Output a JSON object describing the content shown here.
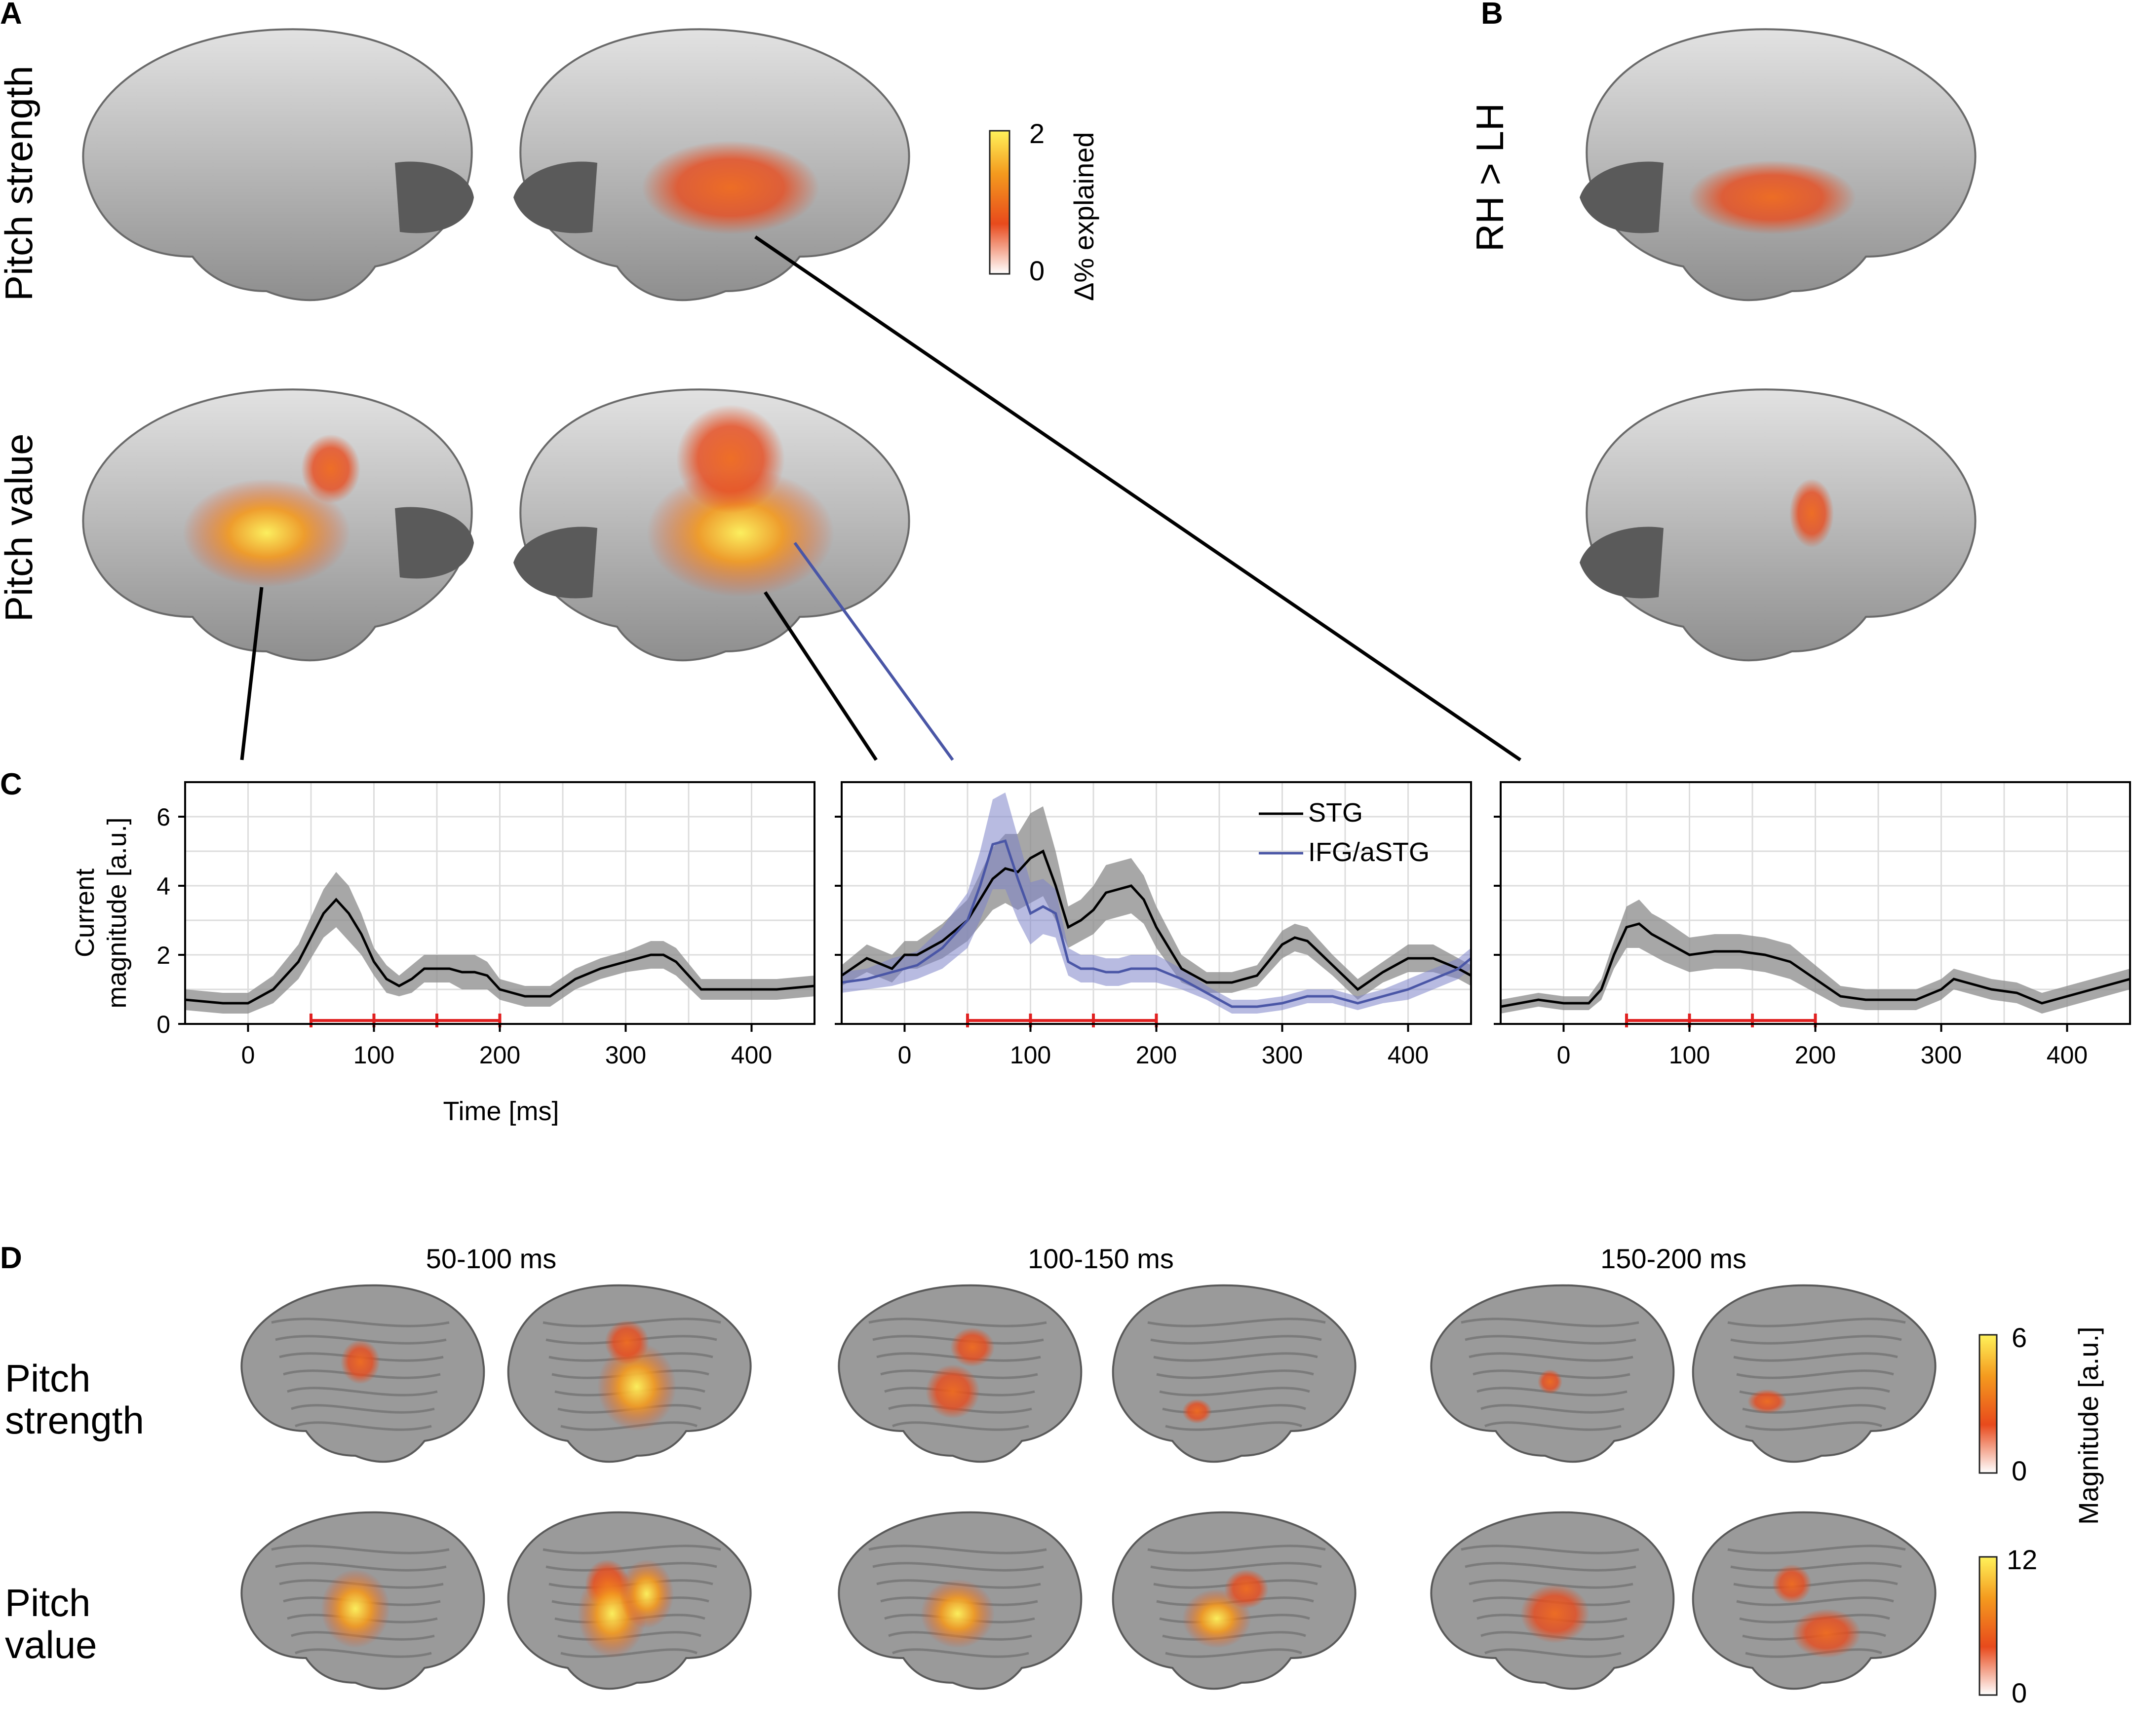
{
  "figure": {
    "panel_labels": [
      "A",
      "B",
      "C",
      "D"
    ],
    "panelA": {
      "row_labels": [
        "Pitch strength",
        "Pitch value"
      ],
      "colorbar": {
        "label": "Δ% explained",
        "max": "2",
        "min": "0"
      }
    },
    "panelB": {
      "row_label": "RH > LH"
    },
    "panelD": {
      "time_windows": [
        "50-100 ms",
        "100-150 ms",
        "150-200 ms"
      ],
      "row_labels": [
        "Pitch strength",
        "Pitch value"
      ],
      "colorbar_label": "Magnitude [a.u.]",
      "colorbar_strength": {
        "max": "6",
        "min": "0"
      },
      "colorbar_value": {
        "max": "12",
        "min": "0"
      }
    },
    "colors": {
      "brain_dark": "#5a5a5a",
      "brain_light": "#d8d8d8",
      "activation_low": "#e84a1c",
      "activation_high": "#fff25a",
      "stg_line": "#000000",
      "ifg_line": "#4a56a6",
      "interval_marker": "#e02020"
    }
  },
  "chart_data": [
    {
      "type": "line",
      "panel": "C-left",
      "ylabel": "Current magnitude [a.u.]",
      "xlabel": "Time [ms]",
      "xlim": [
        -50,
        450
      ],
      "ylim": [
        0,
        7
      ],
      "xticks": [
        0,
        100,
        200,
        300,
        400
      ],
      "yticks": [
        0,
        2,
        4,
        6
      ],
      "grid": true,
      "intervals": [
        [
          50,
          100
        ],
        [
          100,
          150
        ],
        [
          150,
          200
        ]
      ],
      "series": [
        {
          "color": "#000000",
          "x": [
            -50,
            -20,
            0,
            20,
            40,
            60,
            70,
            80,
            90,
            100,
            110,
            120,
            130,
            140,
            150,
            160,
            170,
            180,
            190,
            200,
            220,
            240,
            260,
            280,
            300,
            320,
            330,
            340,
            360,
            380,
            400,
            420,
            450
          ],
          "y": [
            0.7,
            0.6,
            0.6,
            1.0,
            1.8,
            3.2,
            3.6,
            3.2,
            2.6,
            1.8,
            1.3,
            1.1,
            1.3,
            1.6,
            1.6,
            1.6,
            1.5,
            1.5,
            1.4,
            1.0,
            0.8,
            0.8,
            1.3,
            1.6,
            1.8,
            2.0,
            2.0,
            1.8,
            1.0,
            1.0,
            1.0,
            1.0,
            1.1
          ],
          "band": [
            0.3,
            0.3,
            0.3,
            0.4,
            0.5,
            0.7,
            0.8,
            0.8,
            0.6,
            0.4,
            0.4,
            0.3,
            0.4,
            0.4,
            0.4,
            0.4,
            0.5,
            0.5,
            0.4,
            0.3,
            0.3,
            0.3,
            0.3,
            0.3,
            0.3,
            0.4,
            0.4,
            0.4,
            0.3,
            0.3,
            0.3,
            0.3,
            0.3
          ]
        }
      ]
    },
    {
      "type": "line",
      "panel": "C-middle",
      "xlim": [
        -50,
        450
      ],
      "ylim": [
        0,
        7
      ],
      "xticks": [
        0,
        100,
        200,
        300,
        400
      ],
      "yticks": [
        0,
        2,
        4,
        6
      ],
      "grid": true,
      "intervals": [
        [
          50,
          100
        ],
        [
          100,
          150
        ],
        [
          150,
          200
        ]
      ],
      "legend": "top-right",
      "series": [
        {
          "name": "STG",
          "color": "#000000",
          "x": [
            -50,
            -30,
            -10,
            0,
            10,
            30,
            50,
            70,
            80,
            90,
            100,
            110,
            120,
            130,
            140,
            150,
            160,
            170,
            180,
            190,
            200,
            220,
            240,
            260,
            280,
            300,
            310,
            320,
            340,
            360,
            380,
            400,
            420,
            440,
            450
          ],
          "y": [
            1.4,
            1.9,
            1.6,
            2.0,
            2.0,
            2.4,
            3.0,
            4.2,
            4.5,
            4.4,
            4.8,
            5.0,
            4.0,
            2.8,
            3.0,
            3.3,
            3.8,
            3.9,
            4.0,
            3.6,
            2.8,
            1.6,
            1.2,
            1.2,
            1.4,
            2.3,
            2.5,
            2.4,
            1.7,
            1.0,
            1.5,
            1.9,
            1.9,
            1.6,
            1.4
          ],
          "band": [
            0.3,
            0.4,
            0.4,
            0.4,
            0.4,
            0.5,
            0.6,
            0.9,
            1.0,
            1.1,
            1.3,
            1.3,
            1.0,
            0.6,
            0.6,
            0.7,
            0.8,
            0.8,
            0.8,
            0.7,
            0.6,
            0.4,
            0.3,
            0.3,
            0.3,
            0.4,
            0.4,
            0.4,
            0.3,
            0.3,
            0.3,
            0.4,
            0.4,
            0.3,
            0.3
          ]
        },
        {
          "name": "IFG/aSTG",
          "color": "#4a56a6",
          "x": [
            -50,
            -30,
            -10,
            0,
            10,
            30,
            50,
            60,
            70,
            80,
            90,
            100,
            110,
            120,
            130,
            140,
            150,
            160,
            170,
            180,
            190,
            200,
            220,
            240,
            260,
            280,
            300,
            320,
            340,
            360,
            380,
            400,
            420,
            440,
            450
          ],
          "y": [
            1.2,
            1.3,
            1.5,
            1.6,
            1.7,
            2.2,
            3.0,
            4.0,
            5.2,
            5.3,
            4.2,
            3.2,
            3.4,
            3.2,
            1.8,
            1.6,
            1.6,
            1.5,
            1.5,
            1.6,
            1.6,
            1.6,
            1.3,
            0.9,
            0.5,
            0.5,
            0.6,
            0.8,
            0.8,
            0.6,
            0.8,
            1.0,
            1.3,
            1.6,
            1.9
          ],
          "band": [
            0.3,
            0.3,
            0.4,
            0.4,
            0.4,
            0.6,
            0.8,
            1.0,
            1.3,
            1.4,
            1.2,
            0.9,
            0.8,
            0.7,
            0.4,
            0.4,
            0.4,
            0.4,
            0.4,
            0.4,
            0.4,
            0.4,
            0.3,
            0.2,
            0.2,
            0.2,
            0.2,
            0.2,
            0.2,
            0.2,
            0.2,
            0.3,
            0.3,
            0.3,
            0.3
          ]
        }
      ]
    },
    {
      "type": "line",
      "panel": "C-right",
      "xlim": [
        -50,
        450
      ],
      "ylim": [
        0,
        7
      ],
      "xticks": [
        0,
        100,
        200,
        300,
        400
      ],
      "yticks": [
        0,
        2,
        4,
        6
      ],
      "grid": true,
      "intervals": [
        [
          50,
          100
        ],
        [
          100,
          150
        ],
        [
          150,
          200
        ]
      ],
      "series": [
        {
          "color": "#000000",
          "x": [
            -50,
            -20,
            0,
            20,
            30,
            40,
            50,
            60,
            70,
            80,
            100,
            120,
            140,
            160,
            180,
            200,
            220,
            240,
            260,
            280,
            300,
            310,
            320,
            340,
            360,
            380,
            400,
            420,
            440,
            450
          ],
          "y": [
            0.5,
            0.7,
            0.6,
            0.6,
            1.0,
            2.0,
            2.8,
            2.9,
            2.6,
            2.4,
            2.0,
            2.1,
            2.1,
            2.0,
            1.8,
            1.3,
            0.8,
            0.7,
            0.7,
            0.7,
            1.0,
            1.3,
            1.2,
            1.0,
            0.9,
            0.6,
            0.8,
            1.0,
            1.2,
            1.3
          ],
          "band": [
            0.2,
            0.2,
            0.2,
            0.2,
            0.3,
            0.4,
            0.6,
            0.7,
            0.6,
            0.6,
            0.5,
            0.5,
            0.5,
            0.5,
            0.5,
            0.4,
            0.3,
            0.3,
            0.3,
            0.3,
            0.3,
            0.3,
            0.3,
            0.3,
            0.3,
            0.3,
            0.3,
            0.3,
            0.3,
            0.3
          ]
        }
      ]
    }
  ]
}
